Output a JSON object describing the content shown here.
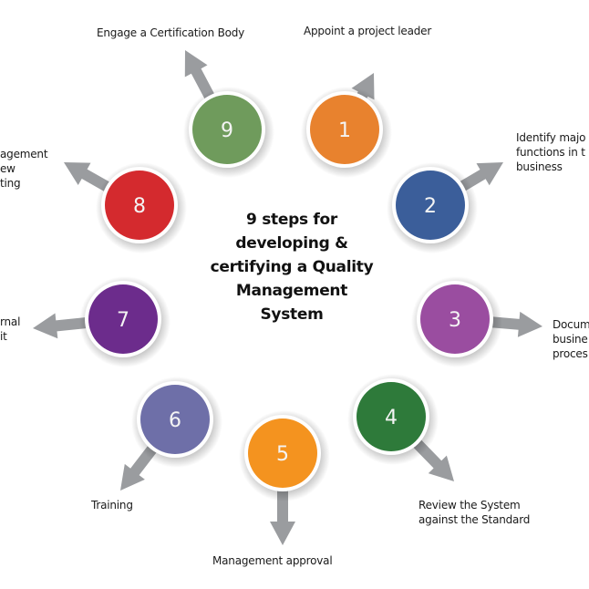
{
  "title_lines": [
    "9 steps for",
    "developing &",
    "certifying a Quality",
    "Management",
    "System"
  ],
  "steps": [
    {
      "number": "1",
      "label_lines": [
        "Appoint a project leader"
      ],
      "color": "#E8822E"
    },
    {
      "number": "2",
      "label_lines": [
        "Identify majo",
        "functions in t",
        "business"
      ],
      "color": "#3B5E9A"
    },
    {
      "number": "3",
      "label_lines": [
        "Docum",
        "busine",
        "proces"
      ],
      "color": "#9A4DA0"
    },
    {
      "number": "4",
      "label_lines": [
        "Review the System",
        "against the Standard"
      ],
      "color": "#2E7A3A"
    },
    {
      "number": "5",
      "label_lines": [
        "Management approval"
      ],
      "color": "#F4931F"
    },
    {
      "number": "6",
      "label_lines": [
        "Training"
      ],
      "color": "#6E6FA8"
    },
    {
      "number": "7",
      "label_lines": [
        "rnal",
        "it"
      ],
      "color": "#6C2C8C"
    },
    {
      "number": "8",
      "label_lines": [
        "agement",
        "ew",
        "ting"
      ],
      "color": "#D42A2E"
    },
    {
      "number": "9",
      "label_lines": [
        "Engage a Certification Body"
      ],
      "color": "#6F9B5C"
    }
  ],
  "arrow_color": "#9a9c9f"
}
